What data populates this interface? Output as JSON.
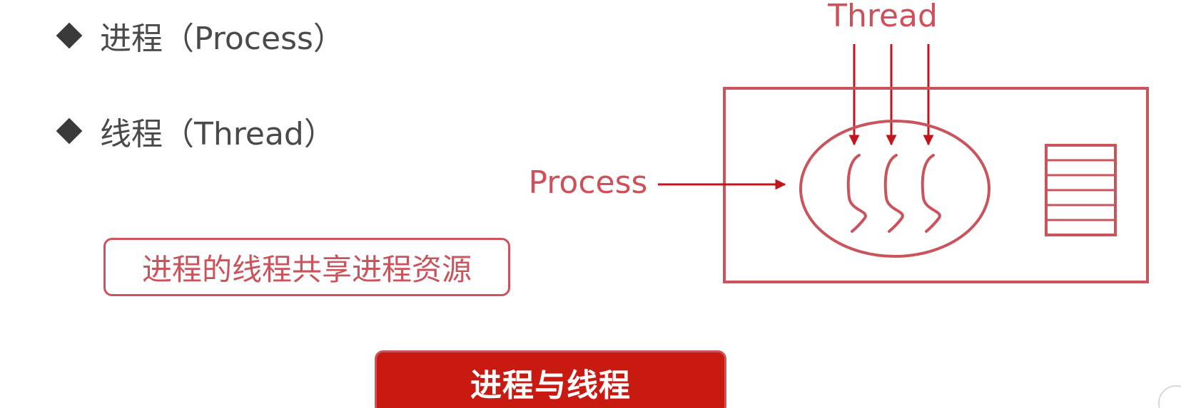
{
  "bullets": [
    {
      "text": "进程（Process）"
    },
    {
      "text": "线程（Thread）"
    }
  ],
  "note": "进程的线程共享进程资源",
  "title_button": "进程与线程",
  "diagram": {
    "thread_label": "Thread",
    "process_label": "Process"
  },
  "colors": {
    "accent_red": "#c9545c",
    "arrow_red": "#c0161c",
    "button_red": "#c81a10",
    "text_gray": "#4a4a4a"
  }
}
